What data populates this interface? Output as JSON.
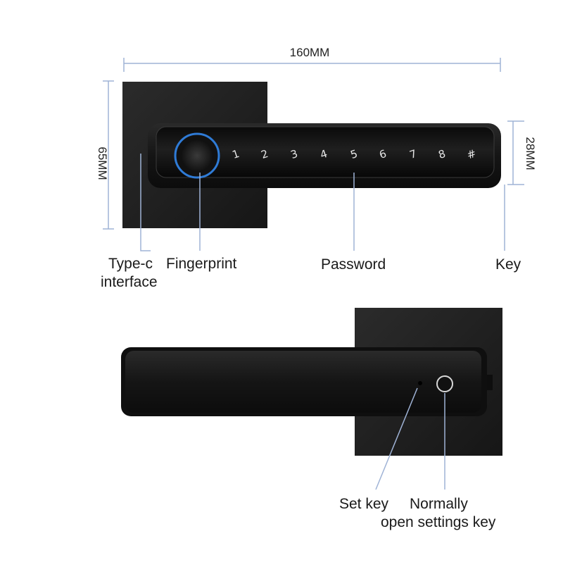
{
  "dimensions": {
    "width": "160MM",
    "height": "65MM",
    "handle_height": "28MM"
  },
  "keypad": {
    "keys": [
      "1",
      "2",
      "3",
      "4",
      "5",
      "6",
      "7",
      "8",
      "#"
    ]
  },
  "labels": {
    "type_c_line1": "Type-c",
    "type_c_line2": "interface",
    "fingerprint": "Fingerprint",
    "password": "Password",
    "key": "Key",
    "set_key": "Set key",
    "normally_line1": "Normally",
    "normally_line2": "open settings key"
  },
  "colors": {
    "dimension_line": "#9fb3d6",
    "lock_body": "#1b1b1b",
    "fingerprint_ring": "#2f7bd6"
  }
}
